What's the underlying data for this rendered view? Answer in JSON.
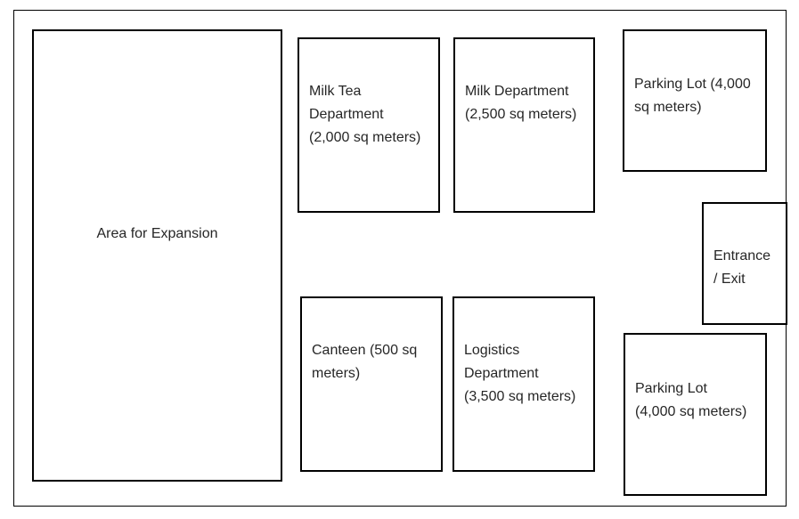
{
  "diagram": {
    "boxes": {
      "area_expansion": {
        "lines": [
          "Area for Expansion"
        ]
      },
      "milk_tea_department": {
        "lines": [
          "Milk Tea",
          "Department",
          "(2,000 sq meters)"
        ]
      },
      "milk_department": {
        "lines": [
          "Milk Department",
          "(2,500 sq meters)"
        ]
      },
      "parking_lot_north": {
        "lines": [
          "Parking Lot (4,000",
          "sq meters)"
        ]
      },
      "entrance_exit": {
        "lines": [
          "Entrance",
          "/ Exit"
        ]
      },
      "canteen": {
        "lines": [
          "Canteen (500 sq",
          "meters)"
        ]
      },
      "logistics_department": {
        "lines": [
          "Logistics",
          "Department",
          "(3,500 sq meters)"
        ]
      },
      "parking_lot_south": {
        "lines": [
          "Parking Lot",
          "(4,000 sq meters)"
        ]
      }
    },
    "colors": {
      "border": "#000000",
      "text": "#262626",
      "background": "#ffffff"
    }
  }
}
